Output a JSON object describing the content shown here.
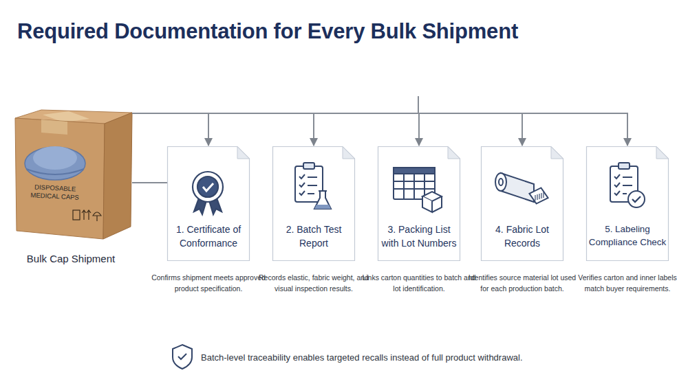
{
  "diagram": {
    "title": "Required Documentation for Every Bulk Shipment",
    "caption": "Batch-level traceability enables targeted recalls instead of full product withdrawal.",
    "nodes": [
      {
        "text": [
          "DISPOSABLE MEDICAL CAPS",
          "Bulk Cap Shipment"
        ]
      },
      {
        "text": [
          "1. Certificate of Conformance",
          "Confirms shipment meets approved product specification."
        ]
      },
      {
        "text": [
          "2. Batch Test Report",
          "Records elastic, fabric weight, and visual inspection results."
        ]
      },
      {
        "text": [
          "3. Packing List with Lot Numbers",
          "Links carton quantities to batch and lot identification."
        ]
      },
      {
        "text": [
          "4. Fabric Lot Records",
          "Identifies source material lot used for each production batch."
        ]
      },
      {
        "text": [
          "5. Labeling Compliance Check",
          "Verifies carton and inner labels match buyer requirements."
        ]
      }
    ],
    "edges": [
      {
        "from": 0,
        "to": 1,
        "arrow": "none"
      },
      {
        "from": 0,
        "to": 1,
        "arrow": "to"
      },
      {
        "from": 0,
        "to": 2,
        "arrow": "to"
      },
      {
        "from": 0,
        "to": 3,
        "arrow": "to"
      },
      {
        "from": 0,
        "to": 4,
        "arrow": "to"
      },
      {
        "from": 0,
        "to": 5,
        "arrow": "to"
      }
    ]
  }
}
